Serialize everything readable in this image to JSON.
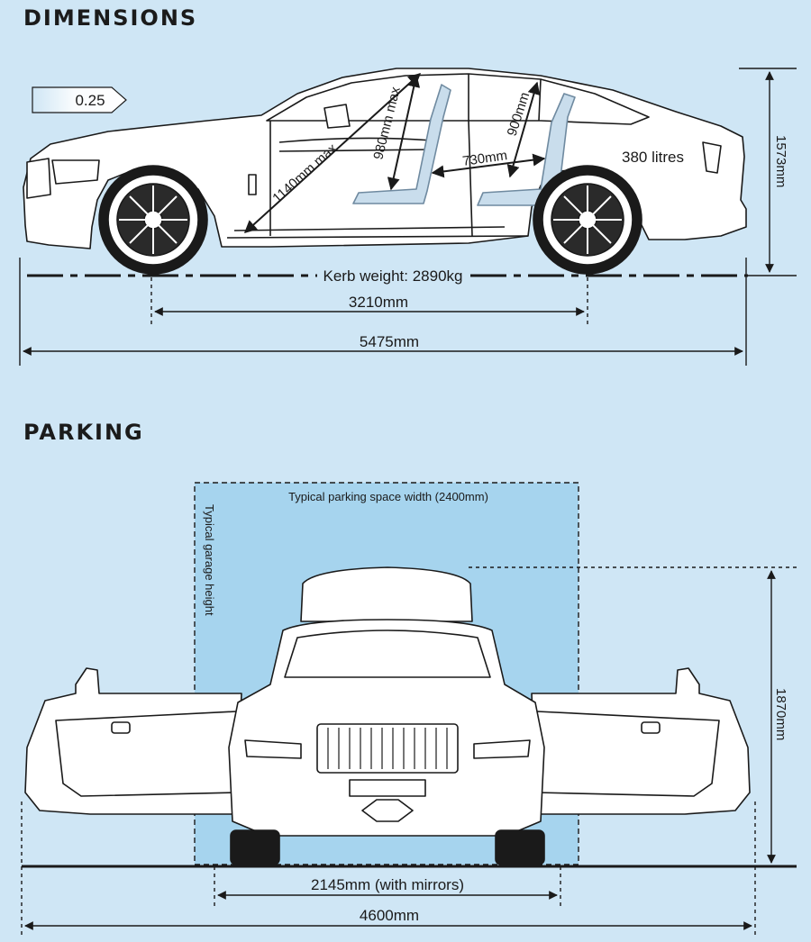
{
  "sections": {
    "dimensions": {
      "title": "DIMENSIONS"
    },
    "parking": {
      "title": "PARKING"
    }
  },
  "labels": {
    "drag_coefficient": "0.25",
    "boot_capacity": "380 litres",
    "front_legroom": "1140mm max",
    "front_headroom": "980mm max",
    "rear_legroom": "730mm",
    "rear_headroom": "900mm",
    "height": "1573mm",
    "kerb_weight": "Kerb weight: 2890kg",
    "wheelbase": "3210mm",
    "length": "5475mm",
    "parking_space": "Typical parking space width (2400mm)",
    "garage_height": "Typical garage height",
    "height_doors_open": "1870mm",
    "width_mirrors": "2145mm (with mirrors)",
    "width_doors_open": "4600mm"
  },
  "colors": {
    "background": "#cfe6f5",
    "parking_zone": "#a6d4ee",
    "boot_shade": "#6e8fb0",
    "line": "#1a1a1a"
  }
}
